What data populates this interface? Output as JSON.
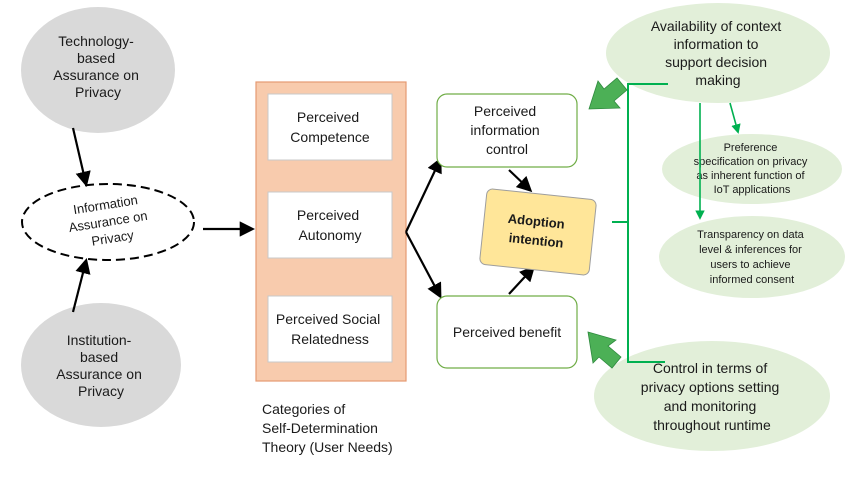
{
  "colors": {
    "grey_oval": "#d9d9d9",
    "sdt_panel": "#f8cbad",
    "sdt_panel_border": "#e59a72",
    "yellow_box": "#ffe699",
    "green_light": "#e2efd9",
    "green_line": "#00b050",
    "green_arrow": "#4cb056",
    "box_border": "#70ad47"
  },
  "left": {
    "tech_oval": [
      "Technology-",
      "based",
      "Assurance on",
      "Privacy"
    ],
    "info_oval": [
      "Information",
      "Assurance on",
      "Privacy"
    ],
    "inst_oval": [
      "Institution-",
      "based",
      "Assurance on",
      "Privacy"
    ]
  },
  "sdt": {
    "competence": [
      "Perceived",
      "Competence"
    ],
    "autonomy": [
      "Perceived",
      "Autonomy"
    ],
    "social": [
      "Perceived Social",
      "Relatedness"
    ],
    "caption": [
      "Categories of",
      "Self-Determination",
      "Theory (User Needs)"
    ]
  },
  "center": {
    "info_control": [
      "Perceived",
      "information",
      "control"
    ],
    "adoption": [
      "Adoption",
      "intention"
    ],
    "benefit": "Perceived benefit"
  },
  "right": {
    "availability": [
      "Availability of context",
      "information to",
      "support decision",
      "making"
    ],
    "preference": [
      "Preference",
      "specification on privacy",
      "as inherent function of",
      "IoT applications"
    ],
    "transparency": [
      "Transparency on data",
      "level & inferences for",
      "users to achieve",
      "informed consent"
    ],
    "control": [
      "Control in terms of",
      "privacy options setting",
      "and monitoring",
      "throughout runtime"
    ]
  }
}
